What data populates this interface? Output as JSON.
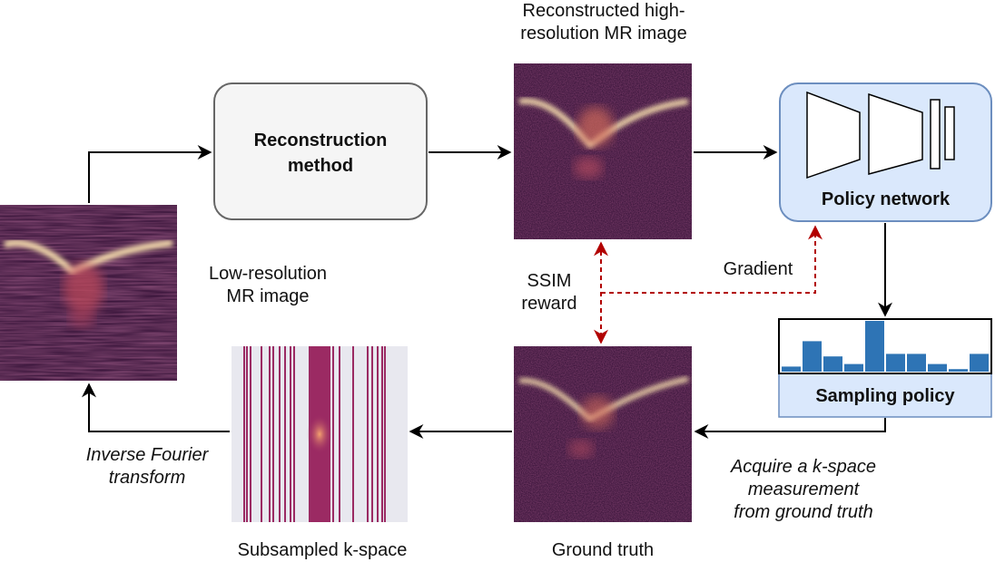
{
  "labels": {
    "reconstructed": "Reconstructed high-\nresolution MR image",
    "reconstruction_method": "Reconstruction\nmethod",
    "policy_network": "Policy network",
    "low_res": "Low-resolution\nMR image",
    "ssim_reward": "SSIM\nreward",
    "gradient": "Gradient",
    "sampling_policy": "Sampling policy",
    "inverse_fourier": "Inverse Fourier\ntransform",
    "acquire": "Acquire a k-space\nmeasurement\nfrom ground truth",
    "subsampled_kspace": "Subsampled k-space",
    "ground_truth": "Ground truth"
  },
  "sampling_policy_bars": [
    0.1,
    0.6,
    0.3,
    0.15,
    1.0,
    0.35,
    0.35,
    0.15,
    0.05,
    0.35
  ],
  "colors": {
    "box_gray_fill": "#f5f5f5",
    "box_gray_stroke": "#666666",
    "box_blue_fill": "#dae8fc",
    "box_blue_stroke": "#6c8ebf",
    "bar_blue": "#2e74b5",
    "dashed_red": "#b20000",
    "kspace_bg": "#e8e8ef",
    "kspace_line": "#9b2a63",
    "mr_dark": "#2b0b30",
    "mr_bright": "#fbe3b0"
  }
}
